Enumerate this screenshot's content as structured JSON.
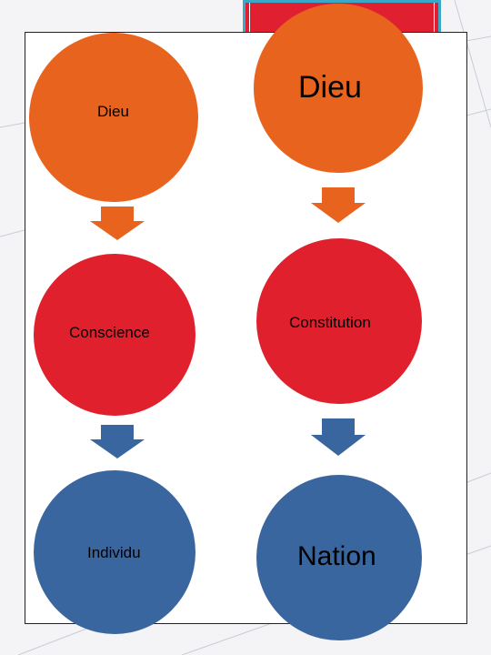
{
  "left_column": {
    "top": "Dieu",
    "middle": "Conscience",
    "bottom": "Individu"
  },
  "right_column": {
    "top": "Dieu",
    "middle": "Constitution",
    "bottom": "Nation"
  },
  "colors": {
    "orange": "#e8641e",
    "red": "#e0202c",
    "blue": "#3a66a0",
    "tab_border": "#3aa8c8"
  }
}
